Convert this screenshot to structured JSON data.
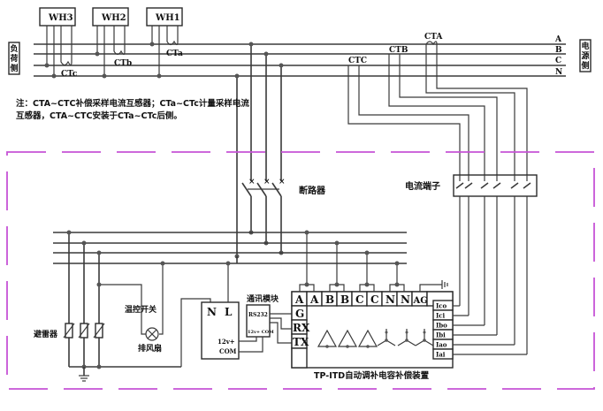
{
  "diagram": {
    "title": "TP-ITD自动调补电容补偿装置",
    "load_side_label": "负荷侧",
    "grid_side_label": "电源侧",
    "bus_labels": [
      "A",
      "B",
      "C",
      "N"
    ],
    "meters": [
      {
        "label": "WH3",
        "ct": "CTc"
      },
      {
        "label": "WH2",
        "ct": "CTb"
      },
      {
        "label": "WH1",
        "ct": "CTa"
      }
    ],
    "compensation_cts": [
      "CTC",
      "CTB",
      "CTA"
    ],
    "note": "注：CTA~CTC补偿采样电流互感器；CTa~CTc计量采样电流互感器，CTA~CTC安装于CTa~CTc后侧。",
    "breaker_label": "断路器",
    "terminal_label": "电流端子",
    "arrester_label": "避雷器",
    "thermo_switch_label": "温控开关",
    "fan_label": "排风扇",
    "psu": {
      "n": "N",
      "l": "L",
      "v12": "12v+",
      "com": "COM"
    },
    "comm": {
      "title": "通讯模块",
      "rs232": "RS232",
      "pins": "12v+ COM"
    },
    "device": {
      "top_terminals": [
        "A",
        "A",
        "B",
        "B",
        "C",
        "C",
        "N",
        "N",
        "AG"
      ],
      "left_terminals": [
        "G",
        "RX",
        "TX"
      ],
      "right_terminals": [
        "Ico",
        "Ici",
        "Ibo",
        "Ibi",
        "Iao",
        "Iai"
      ]
    },
    "colors": {
      "wire": "#3a3a3a",
      "enclosure": "#c653d6"
    }
  }
}
